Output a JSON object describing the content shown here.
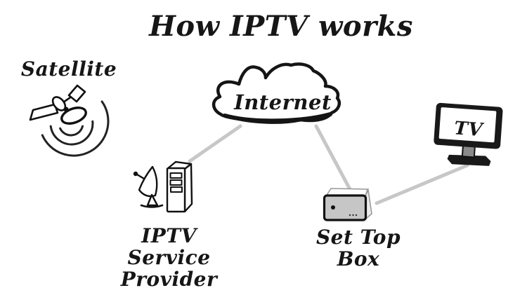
{
  "title": "How IPTV works",
  "diagram": {
    "nodes": {
      "satellite": {
        "label": "Satellite",
        "icon": "satellite-icon"
      },
      "internet": {
        "label": "Internet",
        "icon": "internet-cloud-icon"
      },
      "provider": {
        "label": "IPTV Service Provider",
        "icon": "server-with-dish-icon"
      },
      "set_top_box": {
        "label": "Set Top Box",
        "icon": "set-top-box-icon"
      },
      "tv": {
        "label": "TV",
        "icon": "tv-icon"
      }
    },
    "connections": [
      {
        "from": "internet",
        "to": "provider"
      },
      {
        "from": "internet",
        "to": "set_top_box"
      },
      {
        "from": "set_top_box",
        "to": "tv"
      }
    ],
    "colors": {
      "ink": "#1a1a1a",
      "connector_gray": "#c7c7c7",
      "stb_fill": "#c6c6c6",
      "tv_frame": "#191919",
      "background": "#ffffff"
    }
  }
}
